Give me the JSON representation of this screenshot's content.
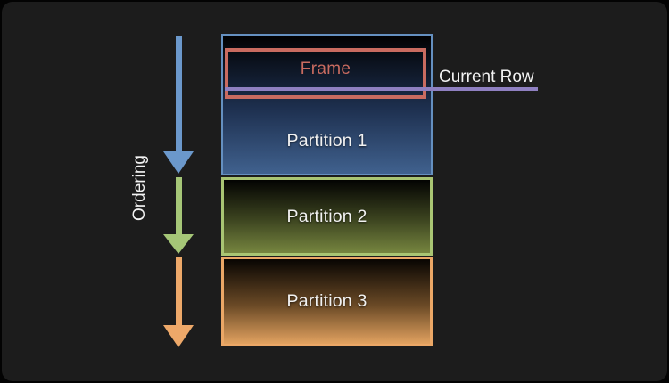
{
  "diagram": {
    "ordering_label": "Ordering",
    "frame": {
      "label": "Frame",
      "border_color": "#c96b60",
      "text_color": "#c96b60"
    },
    "current_row": {
      "label": "Current Row",
      "line_color": "#8f80c1"
    },
    "partitions": [
      {
        "label": "Partition 1",
        "border_color": "#6590c0",
        "gradient_top": "#010102",
        "gradient_bottom": "#40618e"
      },
      {
        "label": "Partition 2",
        "border_color": "#a9c573",
        "gradient_top": "#030302",
        "gradient_bottom": "#76853f"
      },
      {
        "label": "Partition 3",
        "border_color": "#eba766",
        "gradient_top": "#080502",
        "gradient_bottom": "#e2a260"
      }
    ],
    "ordering_arrows": [
      {
        "name": "blue-arrow",
        "color": "#6b98cb"
      },
      {
        "name": "green-arrow",
        "color": "#a5c677"
      },
      {
        "name": "orange-arrow",
        "color": "#eda869"
      }
    ],
    "colors": {
      "panel_background": "#1c1c1c",
      "text": "#f2f2f2"
    }
  }
}
